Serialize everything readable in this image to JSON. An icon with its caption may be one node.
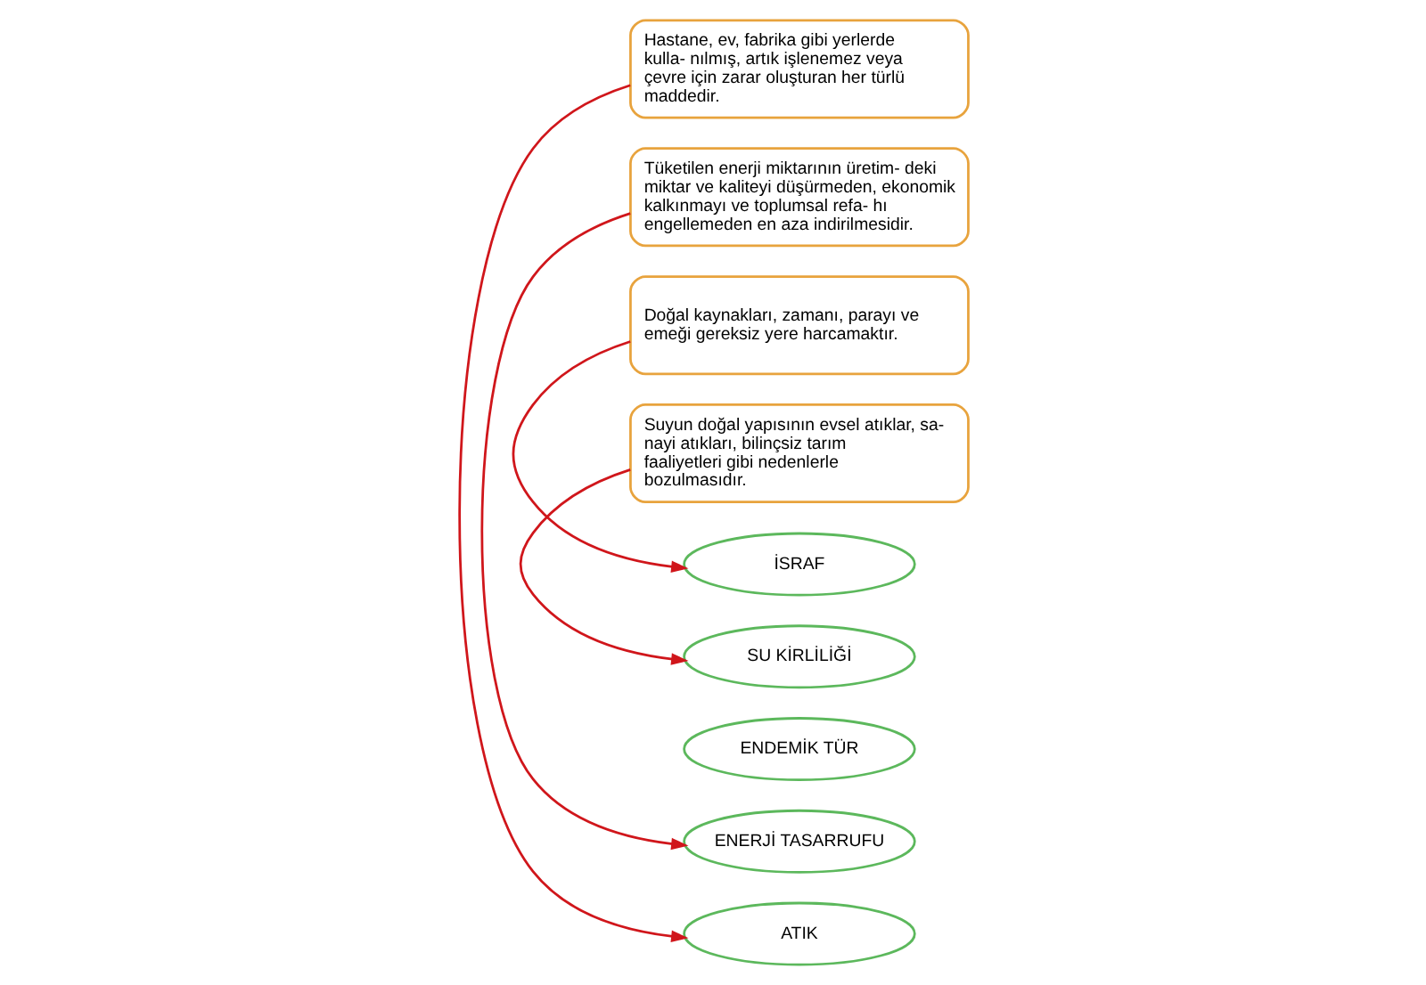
{
  "diagram": {
    "nodes": [
      {
        "text": [
          "Hastane, ev, fabrika gibi yerlerde kulla- nılmış, artık işlenemez veya çevre için zarar oluşturan her türlü maddedir."
        ]
      },
      {
        "text": [
          "Tüketilen enerji miktarının üretim- deki miktar ve kaliteyi düşürmeden, ekonomik kalkınmayı ve toplumsal refa- hı engellemeden en aza indirilmesidir."
        ]
      },
      {
        "text": [
          "Doğal kaynakları, zamanı, parayı ve emeği gereksiz yere harcamaktır."
        ]
      },
      {
        "text": [
          "Suyun doğal yapısının evsel atıklar, sa- nayi atıkları, bilinçsiz tarım faaliyetleri gibi nedenlerle bozulmasıdır."
        ]
      },
      {
        "text": [
          "İSRAF"
        ]
      },
      {
        "text": [
          "SU KİRLİLİĞİ"
        ]
      },
      {
        "text": [
          "ENDEMİK TÜR"
        ]
      },
      {
        "text": [
          "ENERJİ TASARRUFU"
        ]
      },
      {
        "text": [
          "ATIK"
        ]
      }
    ],
    "edges": [
      {
        "from": 0,
        "to": 8,
        "arrow": "to"
      },
      {
        "from": 1,
        "to": 7,
        "arrow": "to"
      },
      {
        "from": 2,
        "to": 4,
        "arrow": "to"
      },
      {
        "from": 3,
        "to": 5,
        "arrow": "to"
      }
    ]
  }
}
